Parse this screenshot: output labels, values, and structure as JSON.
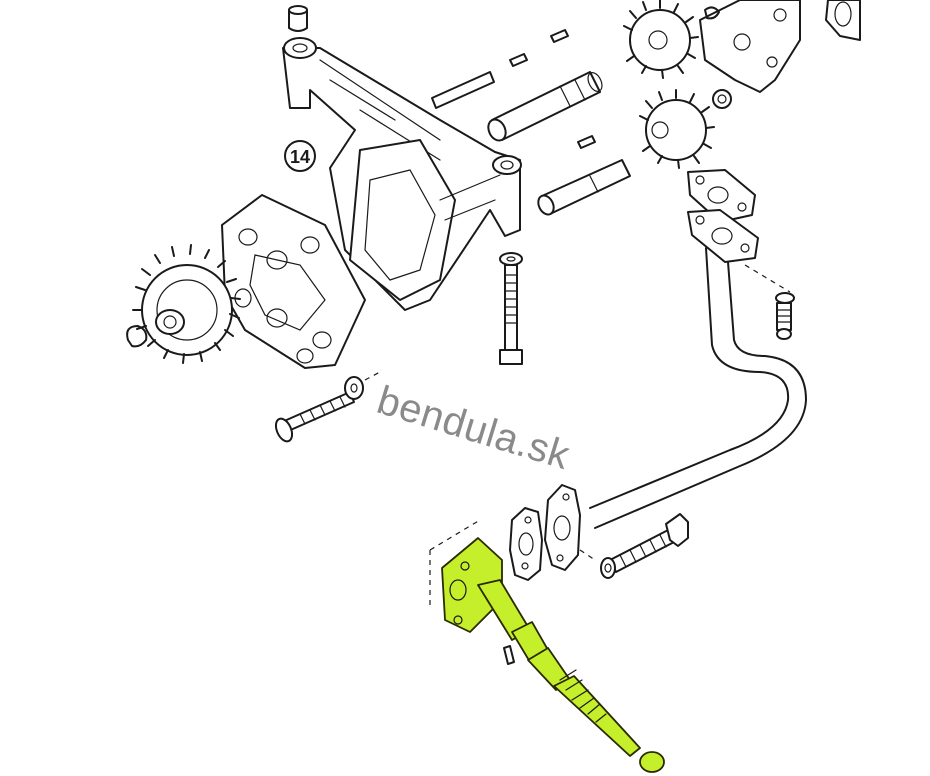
{
  "diagram": {
    "callout_number": "14",
    "watermark_text": "bendula.sk",
    "colors": {
      "highlight": "#c4ef2a",
      "line": "#1a1a1a",
      "watermark": "#8a8a8a",
      "background": "#ffffff"
    },
    "parts": [
      "spur-gear-large",
      "gear-retaining-clip",
      "front-cover-plate",
      "cover-bolt-with-washer",
      "pump-housing",
      "housing-stud",
      "drive-shaft",
      "driven-shaft",
      "pump-gear-upper",
      "pump-gear-lower",
      "rear-cover",
      "retaining-ring",
      "outlet-gasket-flange",
      "oil-pipe",
      "pipe-mounting-bolt",
      "pipe-flange-gaskets",
      "strainer-bolt",
      "oil-pickup-strainer"
    ],
    "highlighted_part": "oil-pickup-strainer"
  }
}
